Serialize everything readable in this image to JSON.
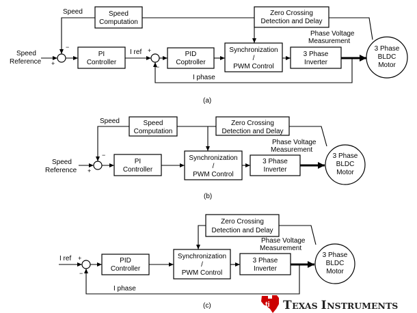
{
  "labels": {
    "speed": "Speed",
    "speed_computation_1": "Speed",
    "speed_computation_2": "Computation",
    "zero_crossing_1": "Zero Crossing",
    "zero_crossing_2": "Detection and Delay",
    "phase_voltage_1": "Phase Voltage",
    "phase_voltage_2": "Measurement",
    "speed_reference_1": "Speed",
    "speed_reference_2": "Reference",
    "pi_1": "PI",
    "pi_2": "Controller",
    "i_ref": "I ref",
    "pid_a_1": "PID",
    "pid_a_2": "Coptroller",
    "pid_c_1": "PID",
    "pid_c_2": "Controller",
    "sync_1": "Synchronization",
    "sync_2": "/",
    "sync_3": "PWM Control",
    "inverter_1": "3 Phase",
    "inverter_2": "Inverter",
    "motor_1": "3 Phase",
    "motor_2": "BLDC",
    "motor_3": "Motor",
    "i_phase": "I phase",
    "plus": "+",
    "minus": "−"
  },
  "captions": {
    "a": "(a)",
    "b": "(b)",
    "c": "(c)"
  },
  "logo": {
    "brand_big_1": "T",
    "brand_small_1": "EXAS",
    "brand_big_2": "I",
    "brand_small_2": "NSTRUMENTS",
    "logo_color": "#cc0000"
  }
}
